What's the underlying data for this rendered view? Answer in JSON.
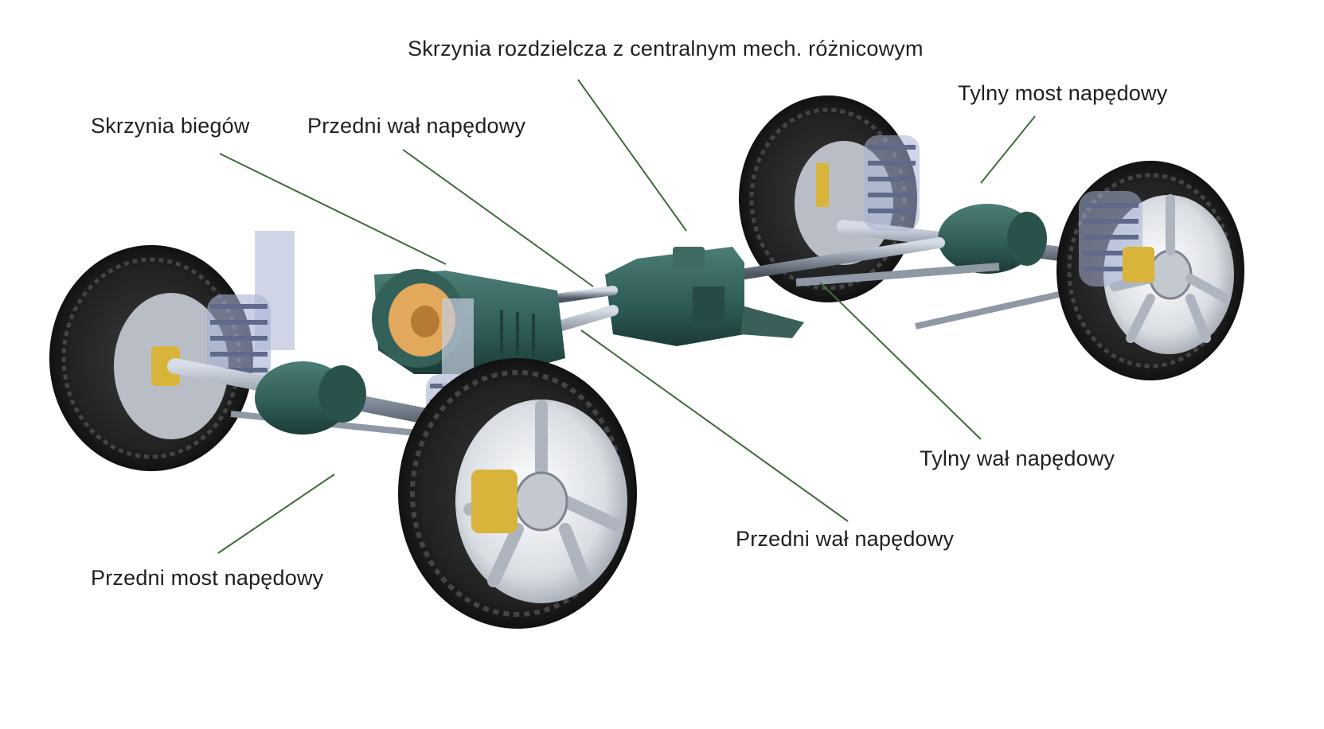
{
  "labels": {
    "transfer_case": "Skrzynia rozdzielcza z centralnym mech. różnicowym",
    "gearbox": "Skrzynia biegów",
    "front_shaft_top": "Przedni wał napędowy",
    "rear_axle": "Tylny most napędowy",
    "rear_shaft": "Tylny wał napędowy",
    "front_shaft_bottom": "Przedni wał napędowy",
    "front_axle": "Przedni most napędowy"
  },
  "colors": {
    "leader_line": "#3f6b3a",
    "housing": "#2f5c57",
    "tire": "#1c1c1c",
    "rim": "#e3e6ea",
    "spring": "#7f8aa8",
    "caliper": "#d8b43a"
  }
}
